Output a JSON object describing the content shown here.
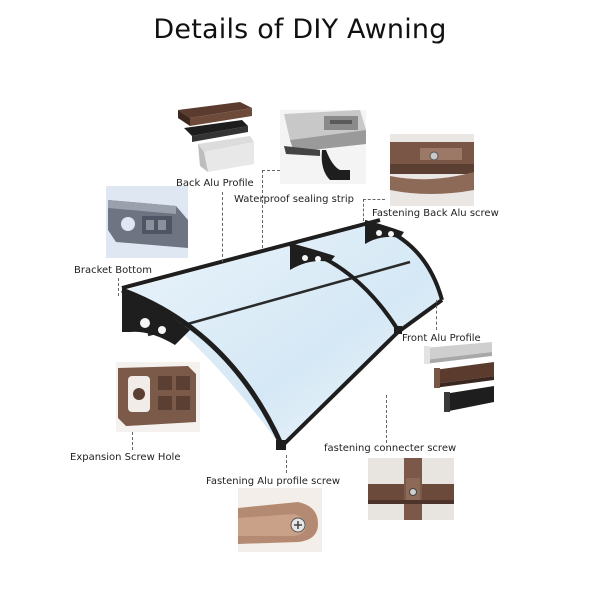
{
  "title": "Details of DIY Awning",
  "labels": {
    "back_alu_profile": "Back Alu Profile",
    "waterproof_sealing_strip": "Waterproof sealing strip",
    "fastening_back_alu_screw": "Fastening Back Alu screw",
    "bracket_bottom": "Bracket Bottom",
    "front_alu_profile": "Front Alu Profile",
    "expansion_screw_hole": "Expansion Screw Hole",
    "fastening_connecter_screw": "fastening connecter screw",
    "fastening_alu_profile_screw": "Fastening Alu profile screw"
  },
  "colors": {
    "frame": "#1e1e1e",
    "panel": "#dfeef8",
    "brown": "#6b4a3c",
    "silver": "#d9d9d9",
    "bracket_gray": "#7b8190"
  }
}
